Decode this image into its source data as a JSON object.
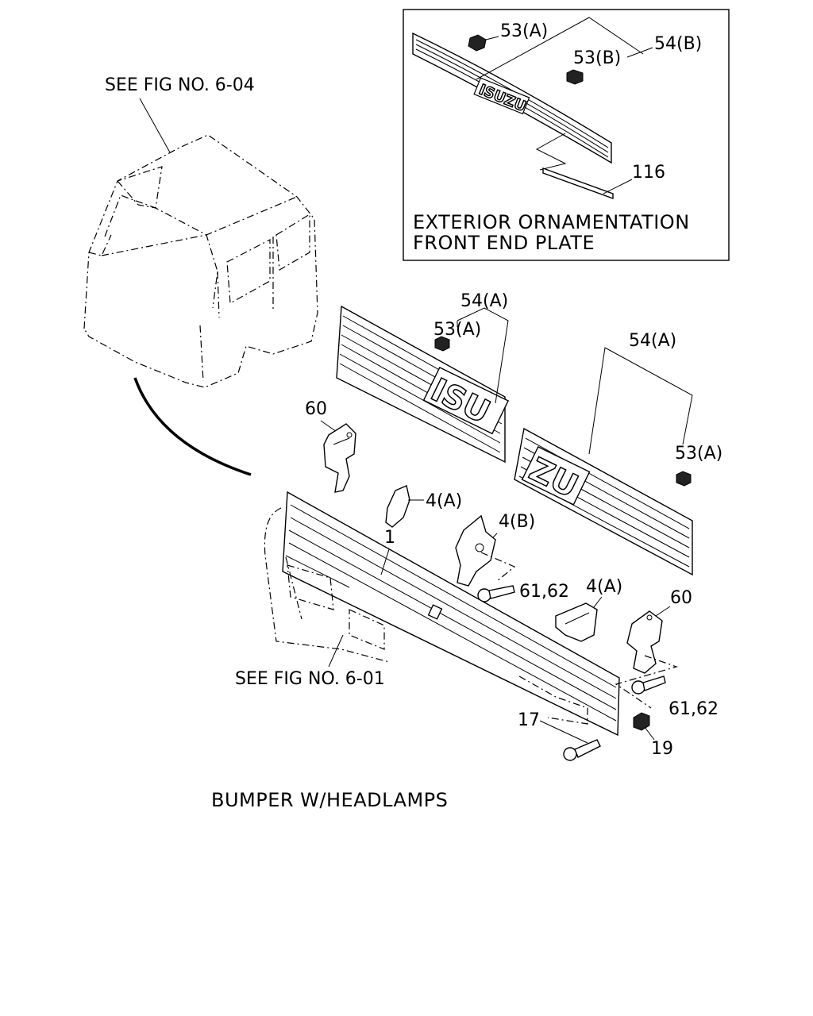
{
  "labels": {
    "see_fig_604": "SEE FIG NO. 6-04",
    "see_fig_601": "SEE FIG NO. 6-01",
    "inset_title_line1": "EXTERIOR ORNAMENTATION",
    "inset_title_line2": "FRONT END PLATE",
    "caption": "BUMPER W/HEADLAMPS",
    "logo_text": "ISUZU",
    "logo_left": "ISU",
    "logo_right": "ZU"
  },
  "callouts": {
    "c53a_inset": "53(A)",
    "c54b": "54(B)",
    "c53b": "53(B)",
    "c116": "116",
    "c54a_left": "54(A)",
    "c53a_left": "53(A)",
    "c54a_right": "54(A)",
    "c53a_right": "53(A)",
    "c60_left": "60",
    "c4a_top": "4(A)",
    "c1": "1",
    "c4b": "4(B)",
    "c6162_mid": "61,62",
    "c4a_low": "4(A)",
    "c60_right": "60",
    "c6162_right": "61,62",
    "c17": "17",
    "c19": "19"
  }
}
